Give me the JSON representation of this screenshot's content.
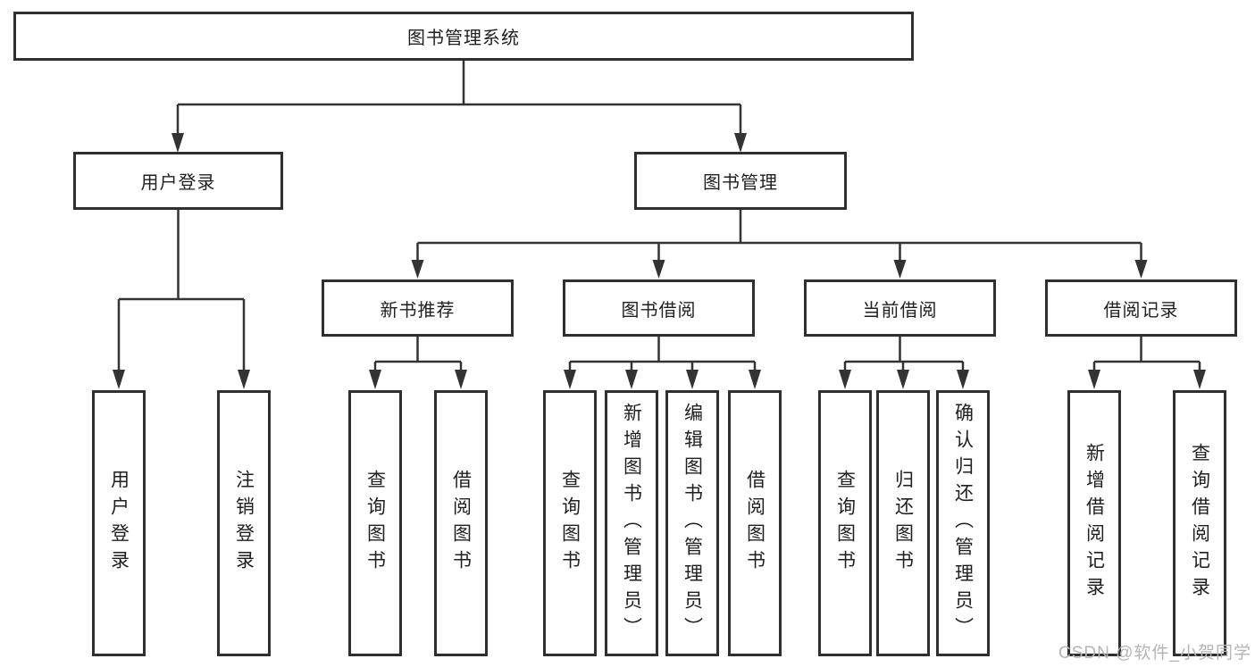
{
  "tree": {
    "root": {
      "label": "图书管理系统"
    },
    "branches": [
      {
        "label": "用户登录",
        "children": [
          {
            "label": "用户登录"
          },
          {
            "label": "注销登录"
          }
        ]
      },
      {
        "label": "图书管理",
        "children": [
          {
            "label": "新书推荐",
            "children": [
              {
                "label": "查询图书"
              },
              {
                "label": "借阅图书"
              }
            ]
          },
          {
            "label": "图书借阅",
            "children": [
              {
                "label": "查询图书"
              },
              {
                "label": "新增图书（管理员）"
              },
              {
                "label": "编辑图书（管理员）"
              },
              {
                "label": "借阅图书"
              }
            ]
          },
          {
            "label": "当前借阅",
            "children": [
              {
                "label": "查询图书"
              },
              {
                "label": "归还图书"
              },
              {
                "label": "确认归还（管理员）"
              }
            ]
          },
          {
            "label": "借阅记录",
            "children": [
              {
                "label": "新增借阅记录"
              },
              {
                "label": "查询借阅记录"
              }
            ]
          }
        ]
      }
    ]
  },
  "watermark": {
    "label": "CSDN @软件_小贺同学"
  },
  "colors": {
    "line": "#333333",
    "box_border": "#2f2f2f",
    "box_background": "#ffffff",
    "text": "#1f1f1f",
    "watermark": "#b4b4b4"
  }
}
